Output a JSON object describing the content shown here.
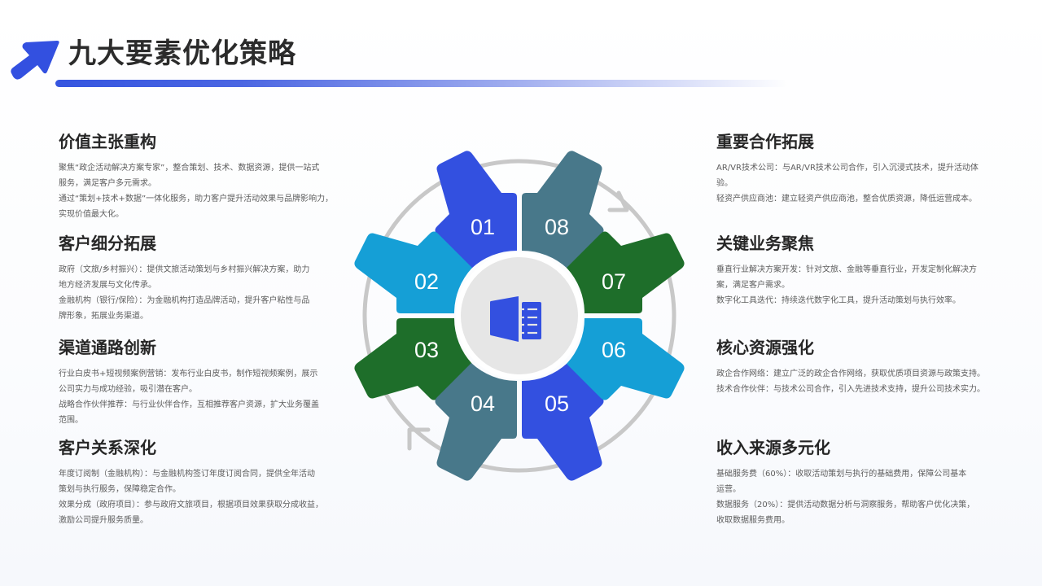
{
  "header": {
    "title": "九大要素优化策略",
    "icon": "arrow-up-right-icon",
    "accent_color": "#3350E0"
  },
  "left_blocks": [
    {
      "title": "价值主张重构",
      "lines": [
        "聚焦“政企活动解决方案专家”，整合策划、技术、数据资源，提供一站式",
        "服务，满足客户多元需求。",
        "通过“策划+技术+数据”一体化服务，助力客户提升活动效果与品牌影响力，",
        "实现价值最大化。"
      ]
    },
    {
      "title": "客户细分拓展",
      "lines": [
        "政府（文旅/乡村振兴）：提供文旅活动策划与乡村振兴解决方案，助力",
        "地方经济发展与文化传承。",
        "金融机构（银行/保险）：为金融机构打造品牌活动，提升客户粘性与品",
        "牌形象，拓展业务渠道。"
      ]
    },
    {
      "title": "渠道通路创新",
      "lines": [
        "行业白皮书+短视频案例营销：发布行业白皮书，制作短视频案例，展示",
        "公司实力与成功经验，吸引潜在客户。",
        "战略合作伙伴推荐：与行业伙伴合作，互相推荐客户资源，扩大业务覆盖",
        "范围。"
      ]
    },
    {
      "title": "客户关系深化",
      "lines": [
        "年度订阅制（金融机构）：与金融机构签订年度订阅合同，提供全年活动",
        "策划与执行服务，保障稳定合作。",
        "效果分成（政府项目）：参与政府文旅项目，根据项目效果获取分成收益，",
        "激励公司提升服务质量。"
      ]
    }
  ],
  "right_blocks": [
    {
      "title": "重要合作拓展",
      "lines": [
        "AR/VR技术公司：与AR/VR技术公司合作，引入沉浸式技术，提升活动体",
        "验。",
        "轻资产供应商池：建立轻资产供应商池，整合优质资源，降低运营成本。"
      ]
    },
    {
      "title": "关键业务聚焦",
      "lines": [
        "垂直行业解决方案开发：针对文旅、金融等垂直行业，开发定制化解决方",
        "案，满足客户需求。",
        "数字化工具迭代：持续迭代数字化工具，提升活动策划与执行效率。"
      ]
    },
    {
      "title": "核心资源强化",
      "lines": [
        "政企合作网络：建立广泛的政企合作网络，获取优质项目资源与政策支持。",
        "技术合作伙伴：与技术公司合作，引入先进技术支持，提升公司技术实力。"
      ]
    },
    {
      "title": "收入来源多元化",
      "lines": [
        "基础服务费（60%）：收取活动策划与执行的基础费用，保障公司基本",
        "运营。",
        "数据服务（20%）：提供活动数据分析与洞察服务，帮助客户优化决策，",
        "收取数据服务费用。"
      ]
    }
  ],
  "diagram": {
    "center_icon": "book-open-icon",
    "cycle_arrows": "circular-arrows-icon",
    "pieces": [
      {
        "label": "01",
        "color": "#3350E0"
      },
      {
        "label": "02",
        "color": "#159FD6"
      },
      {
        "label": "03",
        "color": "#1E6E2A"
      },
      {
        "label": "04",
        "color": "#48788A"
      },
      {
        "label": "05",
        "color": "#3350E0"
      },
      {
        "label": "06",
        "color": "#159FD6"
      },
      {
        "label": "07",
        "color": "#1E6E2A"
      },
      {
        "label": "08",
        "color": "#48788A"
      }
    ],
    "center_fill": "#E6E6E6",
    "ring_color": "#C8C8C8"
  }
}
